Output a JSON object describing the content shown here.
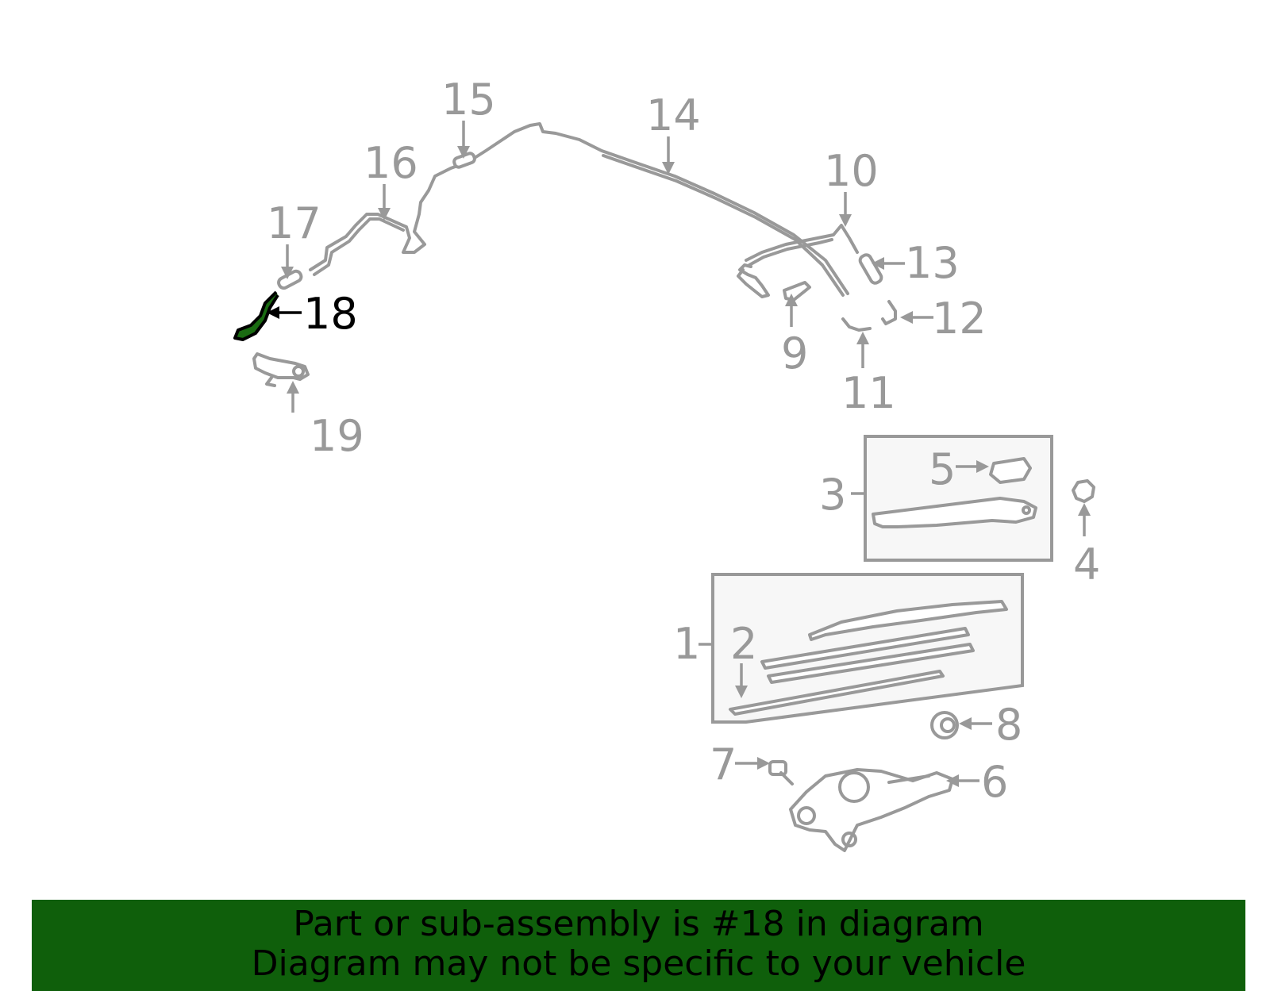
{
  "diagram": {
    "callouts": [
      "1",
      "2",
      "3",
      "4",
      "5",
      "6",
      "7",
      "8",
      "9",
      "10",
      "11",
      "12",
      "13",
      "14",
      "15",
      "16",
      "17",
      "18",
      "19"
    ],
    "highlighted_part": "18",
    "colors": {
      "part": "#999999",
      "highlight": "#1a6b12",
      "banner": "#0f5f0b",
      "text_selected": "#000000"
    }
  },
  "banner": {
    "line1": "Part or sub-assembly is #18 in diagram",
    "line2": "Diagram may not be specific to your vehicle"
  }
}
